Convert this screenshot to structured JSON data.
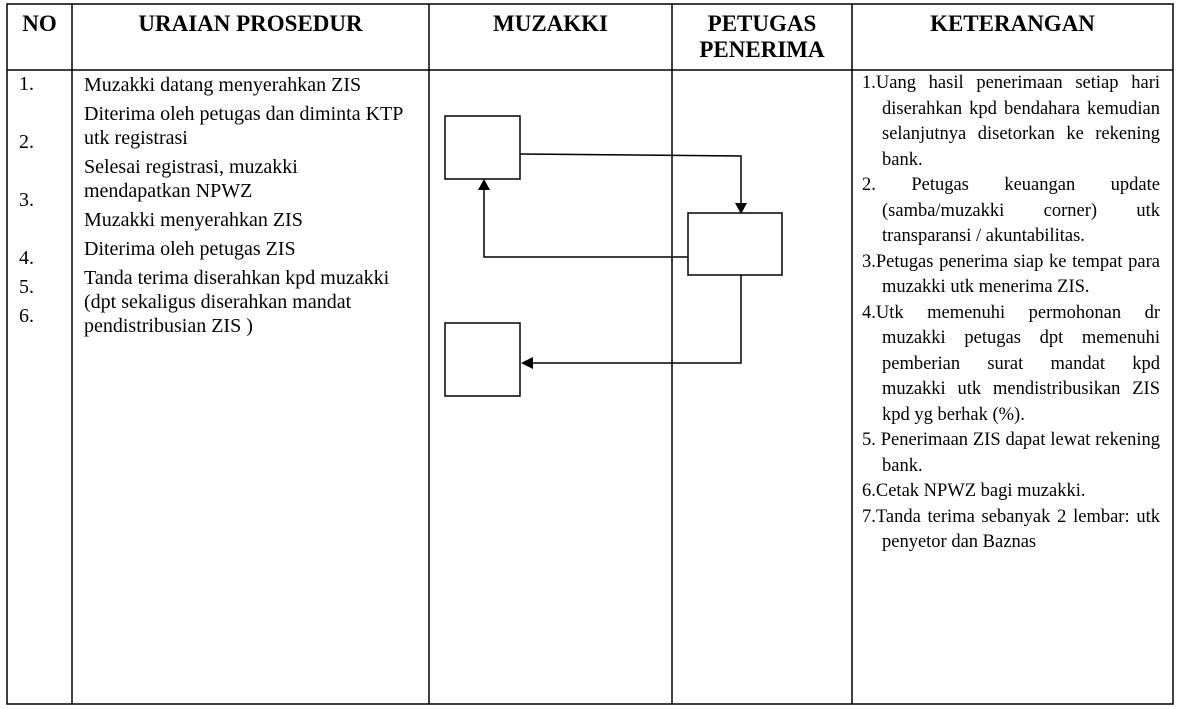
{
  "headers": {
    "no": "NO",
    "uraian": "URAIAN PROSEDUR",
    "muzakki": "MUZAKKI",
    "petugas_line1": "PETUGAS",
    "petugas_line2": "PENERIMA",
    "keterangan": "KETERANGAN"
  },
  "numbers": [
    "1.",
    "2.",
    "3.",
    "4.",
    "5.",
    "6."
  ],
  "steps": [
    "Muzakki datang menyerahkan ZIS",
    "Diterima oleh petugas dan diminta KTP utk registrasi",
    "Selesai registrasi, muzakki mendapatkan NPWZ",
    "Muzakki menyerahkan ZIS",
    "Diterima oleh petugas ZIS",
    "Tanda terima diserahkan kpd muzakki (dpt sekaligus diserahkan mandat pendistribusian ZIS )"
  ],
  "notes": [
    "1.Uang hasil penerimaan setiap hari diserahkan kpd bendahara kemudian selanjutnya disetorkan ke rekening bank.",
    "2. Petugas keuangan update (samba/muzakki corner) utk transparansi / akuntabilitas.",
    "3.Petugas penerima siap ke tempat para muzakki utk menerima ZIS.",
    "4.Utk memenuhi permohonan dr muzakki petugas dpt memenuhi pemberian surat mandat kpd muzakki utk mendistribusikan ZIS kpd yg berhak (%).",
    "5. Penerimaan ZIS  dapat lewat rekening bank.",
    "6.Cetak NPWZ bagi muzakki.",
    "7.Tanda terima sebanyak 2 lembar: utk penyetor dan Baznas"
  ]
}
